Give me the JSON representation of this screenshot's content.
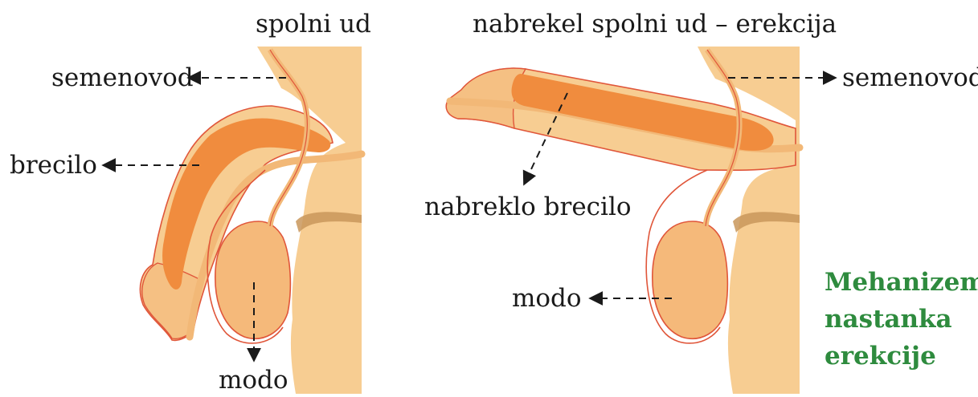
{
  "left_panel": {
    "title": "spolni ud",
    "labels": {
      "semenovod": "semenovod",
      "brecilo": "brecilo",
      "modo": "modo"
    }
  },
  "right_panel": {
    "title": "nabrekel spolni ud – erekcija",
    "labels": {
      "semenovod": "semenovod",
      "nabreklo_brecilo": "nabreklo brecilo",
      "modo": "modo"
    }
  },
  "caption": {
    "line1": "Mehanizem",
    "line2": "nastanka",
    "line3": "erekcije"
  },
  "colors": {
    "skin": "#f7cd92",
    "skin_dark": "#f2b877",
    "tissue": "#f08c3e",
    "outline": "#e0563a",
    "shadow": "#c9965a",
    "caption": "#2e8b3e"
  }
}
